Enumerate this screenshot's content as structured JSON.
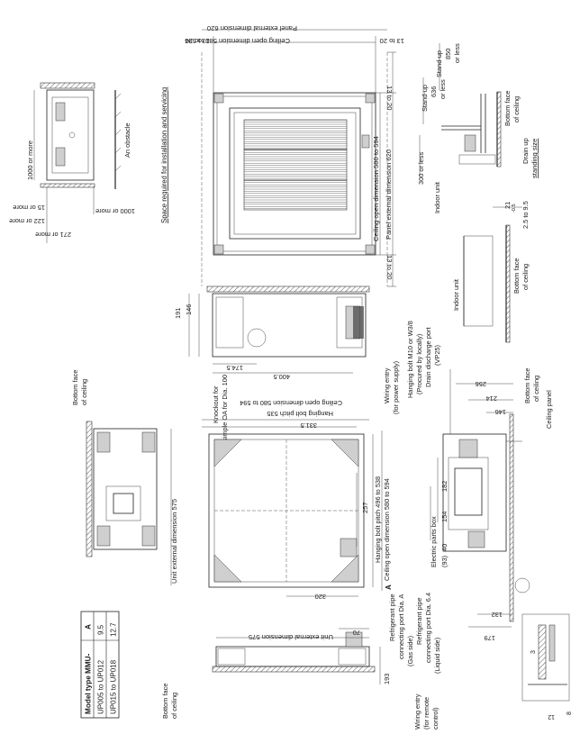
{
  "model_table": {
    "header": [
      "Model type MMU-",
      "A"
    ],
    "rows": [
      [
        "UP005 to UP012",
        "9.5"
      ],
      [
        "UP015 to UP018",
        "12.7"
      ]
    ]
  },
  "ceiling_panel_view": {
    "panel_external_dimension_horizontal": "Panel external dimension 620",
    "ceiling_open_dimension_horizontal": "Ceiling open dimension 580 to 594",
    "edge_13_to_20_left": "13 to 20",
    "edge_13_to_20_right": "13 to 20",
    "edge_13_to_20_top": "13 to 20",
    "edge_13_to_20_bottom": "13 to 20",
    "ceiling_open_dimension_vertical": "Ceiling open dimension 580 to 594",
    "panel_external_dimension_vertical": "Panel external dimension 620"
  },
  "service_space": {
    "title": "Space required for installation and servicing",
    "d1000_top": "1000 or more",
    "d15": "15 or more",
    "d122": "122 or more",
    "d271": "271 or more",
    "d1000_side": "1000 or more",
    "obstacle": "An obstacle"
  },
  "drain_up": {
    "stand_up_850": "Stand-up",
    "d850": "850",
    "or_less_850": "or less",
    "stand_up_636": "Stand-up",
    "d636": "636",
    "or_less_636": "or less",
    "d300": "300 or less",
    "bottom_face": "Bottom face",
    "of_ceiling": "of ceiling",
    "drain_up_title": "Drain up",
    "standing_size": "standing size",
    "indoor_unit": "Indoor unit"
  },
  "ceiling_detail": {
    "dim_range": "2.5 to 9.5",
    "dim_frac": "21",
    "dim_frac_sub": "-0.5",
    "bottom_face": "Bottom face",
    "of_ceiling": "of ceiling",
    "indoor_unit": "Indoor unit"
  },
  "side_view_top": {
    "d191": "191",
    "d146": "146",
    "d174_5": "174.5",
    "d400_5": "400.5",
    "knockout": "Knockout for",
    "knockout_2": "simple OA for Dia. 100",
    "wiring_entry": "Wiring entry",
    "wiring_entry_2": "(for power supply)"
  },
  "plan_view": {
    "ceiling_open_580": "Ceiling open dimension 580 to 594",
    "hanging_bolt_535": "Hanging bolt pitch 535",
    "d331_5": "331.5",
    "hanging_bolt_496": "Hanging bolt pitch 496 to 538",
    "ceiling_open_vertical": "Ceiling open dimension 580 to 594",
    "d257": "257",
    "d320": "320",
    "label_A": "A"
  },
  "left_unit_view": {
    "bottom_face": "Bottom face",
    "of_ceiling": "of ceiling",
    "unit_external_575": "Unit external dimension 575"
  },
  "right_section_view": {
    "hanging_bolt": "Hanging bolt M10 or W3/8",
    "procured": "(Procured by locally)",
    "drain_discharge": "Drain discharge port",
    "vp25": "(VP25)",
    "d256": "256",
    "d214": "214",
    "d146": "146",
    "bottom_face": "Bottom face",
    "of_ceiling": "of ceiling",
    "ceiling_panel": "Ceiling panel",
    "d182": "182",
    "d154": "154",
    "d40": "40",
    "d93": "(93)",
    "electric_parts_box": "Electric parts box",
    "d132": "132",
    "d179": "179",
    "d3": "3",
    "d8": "8",
    "d12": "12"
  },
  "bottom_unit_view": {
    "unit_external_575": "Unit external dimension 575",
    "d70": "70",
    "d193": "193",
    "ref_gas": "Refrigerant pipe",
    "ref_gas_2": "connecting port Dia. A",
    "ref_gas_3": "(Gas side)",
    "ref_liq": "Refrigerant pipe",
    "ref_liq_2": "connecting port Dia. 6.4",
    "ref_liq_3": "(Liquid side)",
    "wiring_entry": "Wiring entry",
    "wiring_entry_2": "(for remote",
    "wiring_entry_3": "control)",
    "bottom_face": "Bottom face",
    "of_ceiling": "of ceiling"
  }
}
